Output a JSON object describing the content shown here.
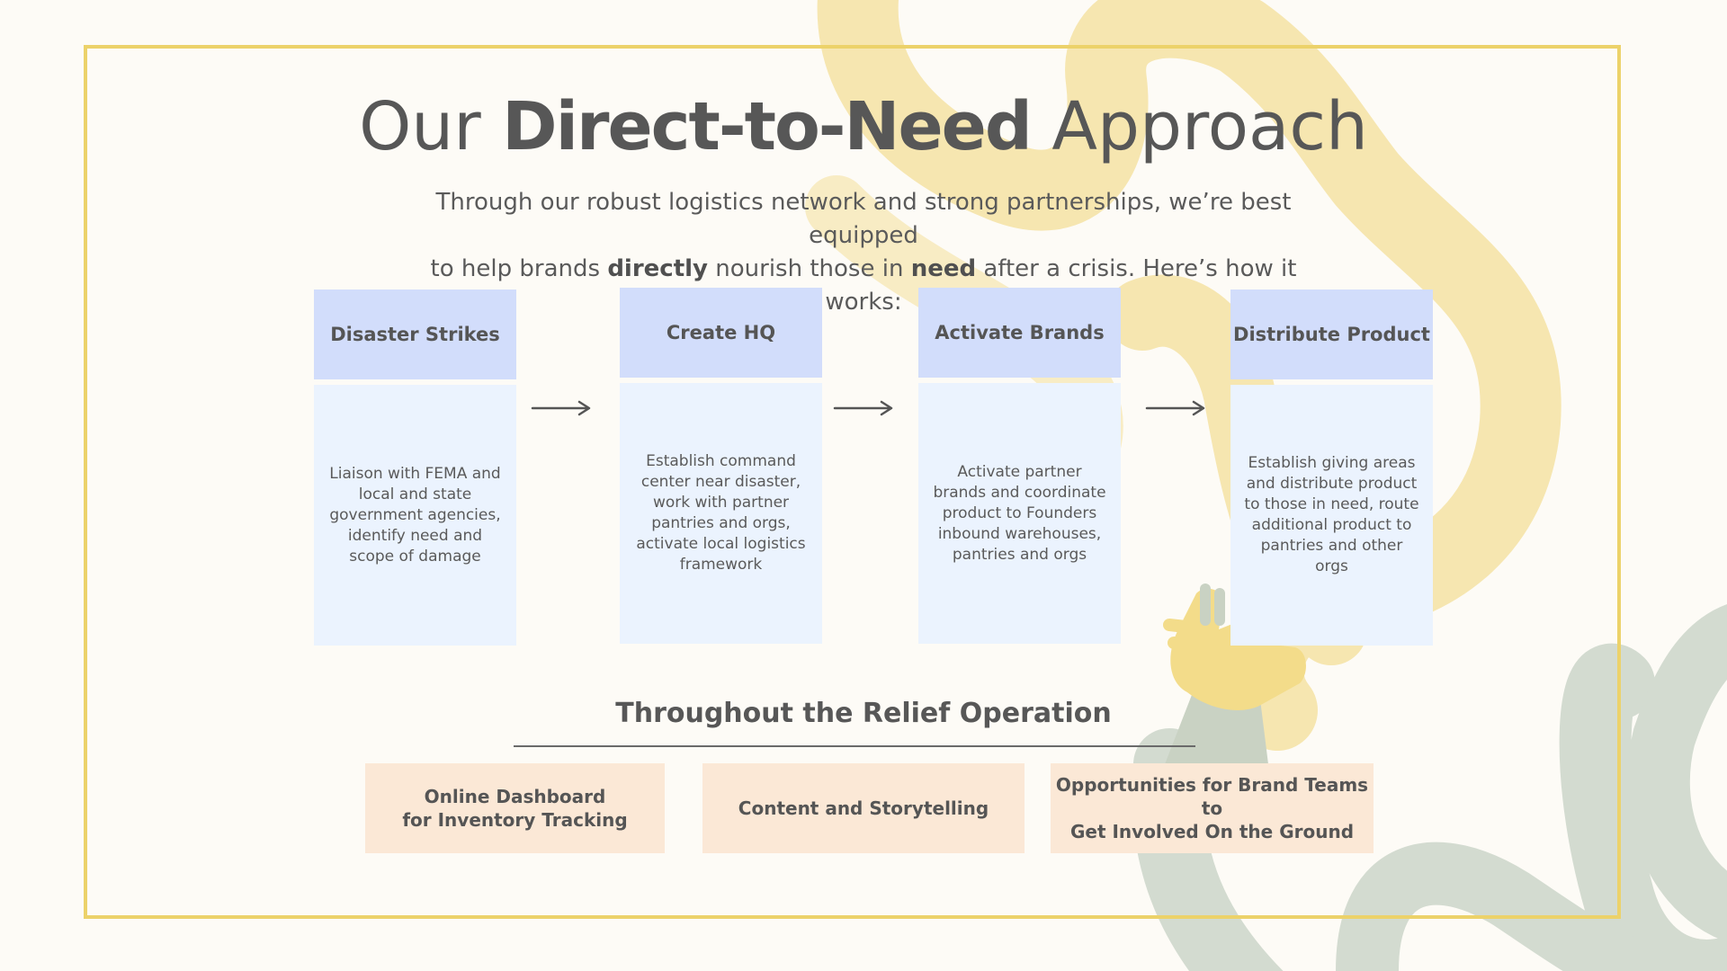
{
  "title": {
    "prefix": "Our",
    "emphasis": "Direct-to-Need",
    "suffix": "Approach"
  },
  "subtitle": {
    "line1": "Through our robust logistics network and strong partnerships, we’re best equipped",
    "line2_pre": "to help brands",
    "bold1": "directly",
    "line2_mid": "nourish those in",
    "bold2": "need",
    "line2_post": "after a crisis. Here’s how it works:"
  },
  "steps": [
    {
      "title": "Disaster Strikes",
      "body": "Liaison with FEMA and local and state government agencies, identify need and scope of damage"
    },
    {
      "title": "Create HQ",
      "body": "Establish command center near disaster, work with partner pantries and orgs, activate local logistics framework"
    },
    {
      "title": "Activate Brands",
      "body": "Activate partner brands and coordinate product to Founders inbound warehouses, pantries and orgs"
    },
    {
      "title": "Distribute Product",
      "body": "Establish giving areas and distribute product to those in need, route additional product to pantries and other orgs"
    }
  ],
  "relief": {
    "heading": "Throughout the Relief Operation",
    "items": [
      {
        "line1": "Online Dashboard",
        "line2": "for Inventory Tracking"
      },
      {
        "line1": "Content and Storytelling",
        "line2": ""
      },
      {
        "line1": "Opportunities for Brand Teams to",
        "line2": "Get Involved On the Ground"
      }
    ]
  },
  "colors": {
    "background": "#fdfbf6",
    "frame": "#ecd26a",
    "squiggle_yellow": "#f6e6b0",
    "squiggle_green": "#d3dbd0",
    "step_header": "#d2ddfb",
    "step_body": "#ebf3fe",
    "pill": "#fbe8d6",
    "text": "#555555"
  },
  "icons": {
    "arrow": "right-arrow-icon",
    "hand": "raised-hand-illustration"
  }
}
